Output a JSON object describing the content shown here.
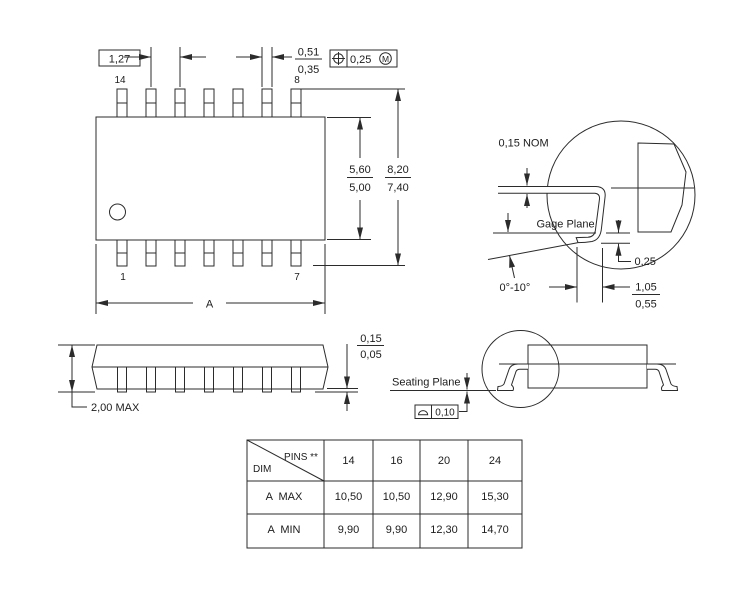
{
  "drawing": {
    "top_view": {
      "pin_count_top_left": "14",
      "pin_count_top_right": "8",
      "pin_count_bottom_left": "1",
      "pin_count_bottom_right": "7",
      "lead_pitch": "1,27",
      "lead_width_max": "0,51",
      "lead_width_min": "0,35",
      "true_position_tolerance": "0,25",
      "true_position_modifier": "M",
      "body_width_max": "5,60",
      "body_width_min": "5,00",
      "overall_width_max": "8,20",
      "overall_width_min": "7,40",
      "body_length_label": "A"
    },
    "lead_detail": {
      "lead_thickness": "0,15 NOM",
      "gage_plane_label": "Gage Plane",
      "gage_to_seating": "0,25",
      "foot_angle": "0°-10°",
      "foot_length_max": "1,05",
      "foot_length_min": "0,55"
    },
    "side_view": {
      "max_height": "2,00 MAX",
      "standoff_max": "0,15",
      "standoff_min": "0,05"
    },
    "end_view": {
      "seating_plane_label": "Seating Plane",
      "seating_plane_flatness": "0,10"
    }
  },
  "table": {
    "corner_top_label": "PINS **",
    "corner_bottom_label": "DIM",
    "pin_columns": [
      "14",
      "16",
      "20",
      "24"
    ],
    "rows": [
      {
        "dim": "A  MAX",
        "values": [
          "10,50",
          "10,50",
          "12,90",
          "15,30"
        ]
      },
      {
        "dim": "A  MIN",
        "values": [
          "9,90",
          "9,90",
          "12,30",
          "14,70"
        ]
      }
    ]
  }
}
